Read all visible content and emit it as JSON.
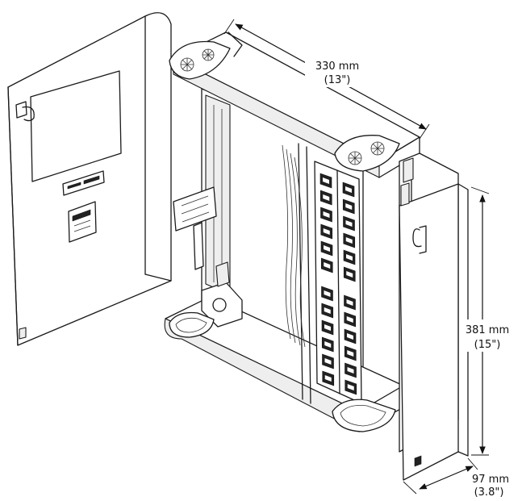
{
  "dimensions": {
    "width": {
      "metric": "330 mm",
      "imperial": "(13\")"
    },
    "height": {
      "metric": "381 mm",
      "imperial": "(15\")"
    },
    "depth": {
      "metric": "97 mm",
      "imperial": "(3.8\")"
    }
  },
  "colors": {
    "line": "#1a1a1a",
    "fill": "#ffffff",
    "shade": "#eeeeee"
  }
}
